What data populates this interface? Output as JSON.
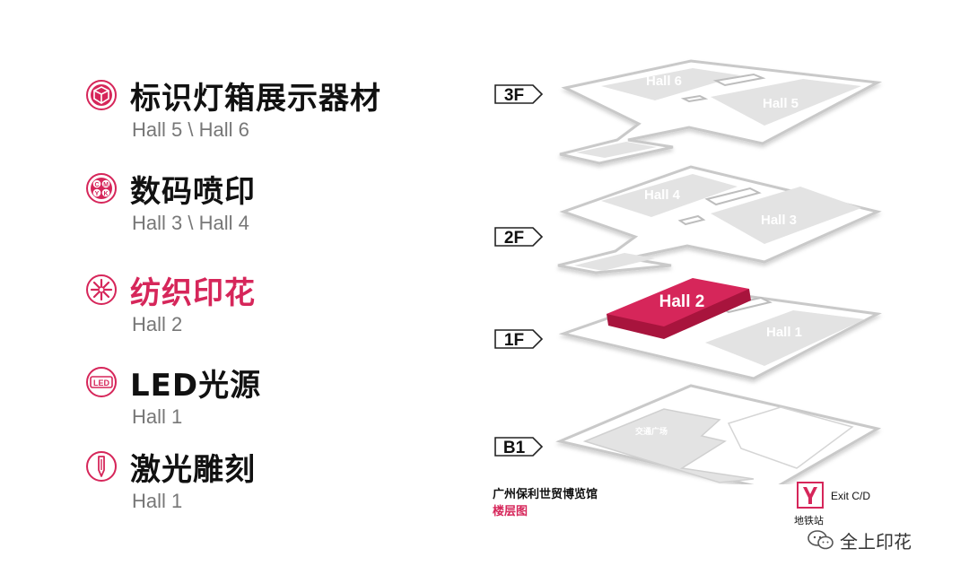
{
  "categories": [
    {
      "title": "标识灯箱展示器材",
      "halls": "Hall 5 \\ Hall 6",
      "icon": "cube-icon"
    },
    {
      "title": "数码喷印",
      "halls": "Hall 3 \\ Hall 4",
      "icon": "cmyk-icon",
      "icon_letters": [
        "C",
        "M",
        "Y",
        "K"
      ]
    },
    {
      "title": "纺织印花",
      "halls": "Hall 2",
      "icon": "asterisk-flower-icon"
    },
    {
      "title": "LED光源",
      "halls": "Hall 1",
      "icon": "led-icon",
      "icon_text": "LED"
    },
    {
      "title": "激光雕刻",
      "halls": "Hall 1",
      "icon": "laser-pen-icon"
    }
  ],
  "floors": [
    {
      "label": "3F",
      "halls": [
        "Hall 6",
        "Hall 5"
      ]
    },
    {
      "label": "2F",
      "halls": [
        "Hall 4",
        "Hall 3"
      ]
    },
    {
      "label": "1F",
      "halls": [
        "Hall 2",
        "Hall 1"
      ],
      "highlight": "Hall 2"
    },
    {
      "label": "B1",
      "halls": [],
      "area": "交通广场"
    }
  ],
  "caption": {
    "venue": "广州保利世贸博览馆",
    "subtitle": "楼层图"
  },
  "exit": {
    "label": "Exit C/D",
    "station": "地铁站"
  },
  "watermark": {
    "text": "全上印花"
  },
  "colors": {
    "accent": "#d6265a",
    "hall_fill": "#e3e3e3",
    "floor_outline": "#c9c9c9",
    "text_gray": "#777777"
  }
}
